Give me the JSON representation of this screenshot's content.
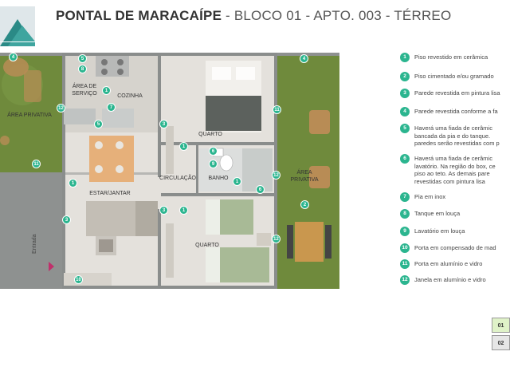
{
  "header": {
    "title_bold": "PONTAL DE MARACAÍPE",
    "title_rest": " - BLOCO 01 - APTO. 003 - TÉRREO"
  },
  "plan": {
    "rooms": {
      "area_privativa_left": "ÁREA PRIVATIVA",
      "area_servico": "ÁREA DE\nSERVIÇO",
      "cozinha": "COZINHA",
      "quarto_top": "QUARTO",
      "circulacao": "CIRCULAÇÃO",
      "banho": "BANHO",
      "estar_jantar": "ESTAR/JANTAR",
      "quarto_bottom": "QUARTO",
      "area_privativa_right": "ÁREA\nPRIVATIVA"
    },
    "entrance_label": "Entrada"
  },
  "legend": [
    {
      "num": "1",
      "text": "Piso revestido em cerâmica"
    },
    {
      "num": "2",
      "text": "Piso cimentado e/ou gramado"
    },
    {
      "num": "3",
      "text": "Parede revestida em pintura lisa"
    },
    {
      "num": "4",
      "text": "Parede revestida conforme a fa"
    },
    {
      "num": "5",
      "text": "Haverá uma fiada de cerâmic\nbancada da pia e do tanque.\nparedes serão revestidas com p"
    },
    {
      "num": "6",
      "text": "Haverá uma fiada de cerâmic\nlavatório. Na região do box, ce\npiso ao teto. As demais pare\nrevestidas com pintura lisa"
    },
    {
      "num": "7",
      "text": "Pia em inox"
    },
    {
      "num": "8",
      "text": "Tanque em louça"
    },
    {
      "num": "9",
      "text": "Lavatório em louça"
    },
    {
      "num": "10",
      "text": "Porta em compensado de mad"
    },
    {
      "num": "11",
      "text": "Porta em alumínio e vidro"
    },
    {
      "num": "12",
      "text": "Janela em alumínio e vidro"
    }
  ],
  "floor_selector": [
    "01",
    "02"
  ],
  "colors": {
    "accent_green": "#2bb58f",
    "grass": "#6f8a3c",
    "floor": "#e4e1dc",
    "wall": "#8a8d8c",
    "selected_floor": "#dff2c8"
  }
}
